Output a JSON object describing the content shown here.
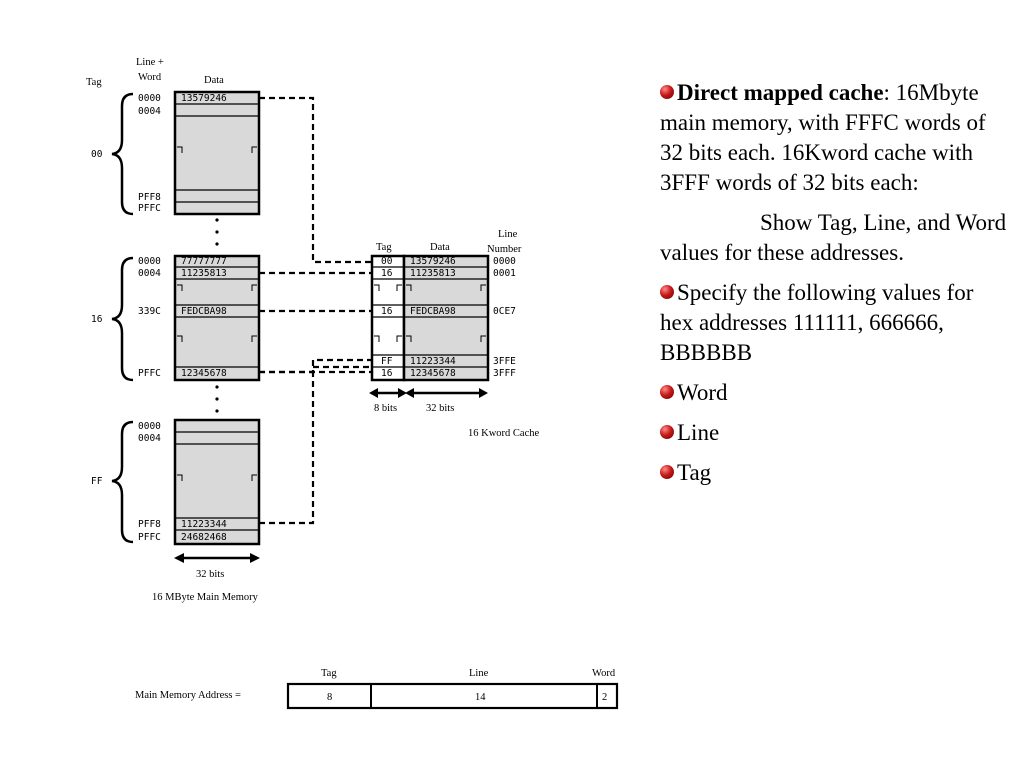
{
  "memory": {
    "col_tag": "Tag",
    "col_lineword_1": "Line +",
    "col_lineword_2": "Word",
    "col_data": "Data",
    "blocks": [
      {
        "tag": "00",
        "addrs": [
          "0000",
          "0004",
          "PFF8",
          "PFFC"
        ],
        "data_first": "13579246",
        "data_mid": "",
        "data_mid_addr": "",
        "data_prelast": "",
        "data_last": ""
      },
      {
        "tag": "16",
        "addrs": [
          "0000",
          "0004",
          "339C",
          "PFFC"
        ],
        "data_first": "77777777",
        "data_second": "11235813",
        "data_mid": "FEDCBA98",
        "data_last": "12345678"
      },
      {
        "tag": "FF",
        "addrs": [
          "0000",
          "0004",
          "PFF8",
          "PFFC"
        ],
        "data_prelast": "11223344",
        "data_last": "24682468"
      }
    ],
    "width_label": "32 bits",
    "caption": "16 MByte Main Memory"
  },
  "cache": {
    "col_tag": "Tag",
    "col_data": "Data",
    "col_line_1": "Line",
    "col_line_2": "Number",
    "rows": [
      {
        "tag": "00",
        "data": "13579246",
        "line": "0000"
      },
      {
        "tag": "16",
        "data": "11235813",
        "line": "0001"
      },
      {
        "tag": "16",
        "data": "FEDCBA98",
        "line": "0CE7"
      },
      {
        "tag": "FF",
        "data": "11223344",
        "line": "3FFE"
      },
      {
        "tag": "16",
        "data": "12345678",
        "line": "3FFF"
      }
    ],
    "tag_width": "8 bits",
    "data_width": "32 bits",
    "caption": "16 Kword Cache"
  },
  "address_format": {
    "label": "Main Memory Address =",
    "fields": [
      {
        "name": "Tag",
        "bits": "8"
      },
      {
        "name": "Line",
        "bits": "14"
      },
      {
        "name": "Word",
        "bits": "2"
      }
    ]
  },
  "text": {
    "b1_bold": "Direct mapped cache",
    "b1_rest": ": 16Mbyte main memory, with FFFC words of 32 bits each.  16Kword cache with 3FFF words of 32 bits each:",
    "b1_cont": "Show Tag, Line, and Word values for these addresses.",
    "b2": "Specify the following values for hex addresses 111111, 666666, BBBBBB",
    "b3": "Word",
    "b4": "Line",
    "b5": "Tag"
  }
}
